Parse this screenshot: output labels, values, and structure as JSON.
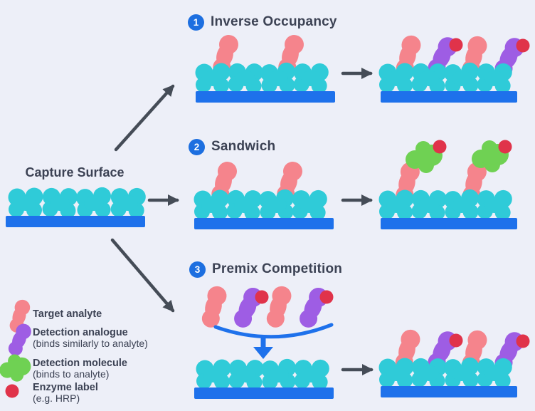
{
  "colors": {
    "background": "#EDEFF8",
    "text": "#3C4254",
    "badge": "#1D6FE0",
    "surface": "#1E71EB",
    "capture": "#2FCBD8",
    "analyte": "#F5848C",
    "analogue": "#9E5DE4",
    "detection": "#6FD153",
    "enzyme": "#E0334A",
    "arrow": "#454C57"
  },
  "capture_surface_label": "Capture Surface",
  "schemes": [
    {
      "number": "1",
      "title": "Inverse Occupancy"
    },
    {
      "number": "2",
      "title": "Sandwich"
    },
    {
      "number": "3",
      "title": "Premix Competition"
    }
  ],
  "legend": [
    {
      "swatch": "target-analyte-blob",
      "name": "Target analyte",
      "note": ""
    },
    {
      "swatch": "detection-analogue-blob",
      "name": "Detection analogue",
      "note": "(binds similarly to analyte)"
    },
    {
      "swatch": "detection-molecule-blob",
      "name": "Detection molecule",
      "note": "(binds to analyte)"
    },
    {
      "swatch": "enzyme-label-dot",
      "name": "Enzyme label",
      "note": "(e.g. HRP)"
    }
  ]
}
